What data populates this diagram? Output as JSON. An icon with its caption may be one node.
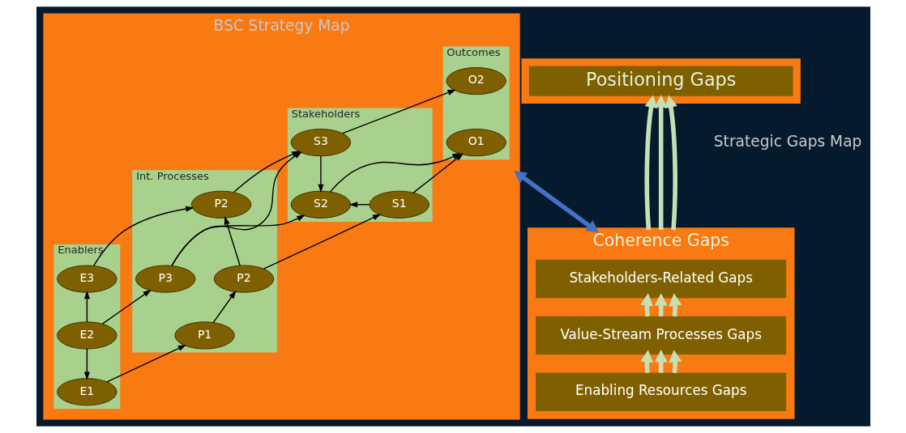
{
  "diagram": {
    "nodes": [
      {
        "text": [
          "Positioning Gaps"
        ]
      },
      {
        "text": [
          "Coherence Gaps"
        ]
      },
      {
        "text": [
          "Stakeholders-Related Gaps"
        ],
        "in": 1
      },
      {
        "text": [
          "Value-Stream Processes Gaps"
        ],
        "in": 1
      },
      {
        "text": [
          "Enabling Resources Gaps"
        ],
        "in": 1
      },
      {
        "text": [
          "BSC Strategy Map"
        ]
      },
      {
        "text": [
          "Outcomes"
        ],
        "in": 5
      },
      {
        "text": [
          "O1"
        ],
        "in": 6
      },
      {
        "text": [
          "O2"
        ],
        "in": 6
      },
      {
        "text": [
          "Stakeholders"
        ],
        "in": 5
      },
      {
        "text": [
          "S1"
        ],
        "in": 9
      },
      {
        "text": [
          "S2"
        ],
        "in": 9
      },
      {
        "text": [
          "S3"
        ],
        "in": 9
      },
      {
        "text": [
          "Int. Processes"
        ],
        "in": 5
      },
      {
        "text": [
          "P2"
        ],
        "in": 13
      },
      {
        "text": [
          "P2"
        ],
        "in": 13
      },
      {
        "text": [
          "P1"
        ],
        "in": 13
      },
      {
        "text": [
          "P3"
        ],
        "in": 13
      },
      {
        "text": [
          "Enablers"
        ],
        "in": 5
      },
      {
        "text": [
          "E1"
        ],
        "in": 18
      },
      {
        "text": [
          "E2"
        ],
        "in": 18
      },
      {
        "text": [
          "E3"
        ],
        "in": 18
      }
    ],
    "edges": [
      {
        "from": 1,
        "to": 0,
        "arrow": "to",
        "style": "thick",
        "color": "#c5e0b4"
      },
      {
        "from": 1,
        "to": 0,
        "arrow": "to",
        "style": "thick",
        "color": "#c5e0b4"
      },
      {
        "from": 1,
        "to": 0,
        "arrow": "to",
        "style": "thick",
        "color": "#c5e0b4"
      },
      {
        "from": 3,
        "to": 2,
        "arrow": "to",
        "style": "thick",
        "color": "#c5e0b4"
      },
      {
        "from": 3,
        "to": 2,
        "arrow": "to",
        "style": "thick",
        "color": "#c5e0b4"
      },
      {
        "from": 3,
        "to": 2,
        "arrow": "to",
        "style": "thick",
        "color": "#c5e0b4"
      },
      {
        "from": 4,
        "to": 3,
        "arrow": "to",
        "style": "thick",
        "color": "#c5e0b4"
      },
      {
        "from": 4,
        "to": 3,
        "arrow": "to",
        "style": "thick",
        "color": "#c5e0b4"
      },
      {
        "from": 4,
        "to": 3,
        "arrow": "to",
        "style": "thick",
        "color": "#c5e0b4"
      },
      {
        "from": 1,
        "to": 5,
        "arrow": "both",
        "style": "thick",
        "color": "#4472c4"
      },
      {
        "from": 10,
        "to": 7,
        "arrow": "to"
      },
      {
        "from": 11,
        "to": 7,
        "arrow": "to"
      },
      {
        "from": 12,
        "to": 8,
        "arrow": "to"
      },
      {
        "from": 10,
        "to": 11,
        "arrow": "to"
      },
      {
        "from": 12,
        "to": 11,
        "arrow": "to"
      },
      {
        "from": 14,
        "to": 10,
        "arrow": "to"
      },
      {
        "from": 17,
        "to": 11,
        "arrow": "to"
      },
      {
        "from": 17,
        "to": 12,
        "arrow": "to"
      },
      {
        "from": 14,
        "to": 15,
        "arrow": "to"
      },
      {
        "from": 15,
        "to": 12,
        "arrow": "to"
      },
      {
        "from": 16,
        "to": 14,
        "arrow": "to"
      },
      {
        "from": 19,
        "to": 16,
        "arrow": "to"
      },
      {
        "from": 20,
        "to": 19,
        "arrow": "to"
      },
      {
        "from": 20,
        "to": 21,
        "arrow": "to"
      },
      {
        "from": 20,
        "to": 17,
        "arrow": "to"
      },
      {
        "from": 21,
        "to": 15,
        "arrow": "to"
      }
    ],
    "labels": [
      "Strategic Gaps Map"
    ]
  }
}
